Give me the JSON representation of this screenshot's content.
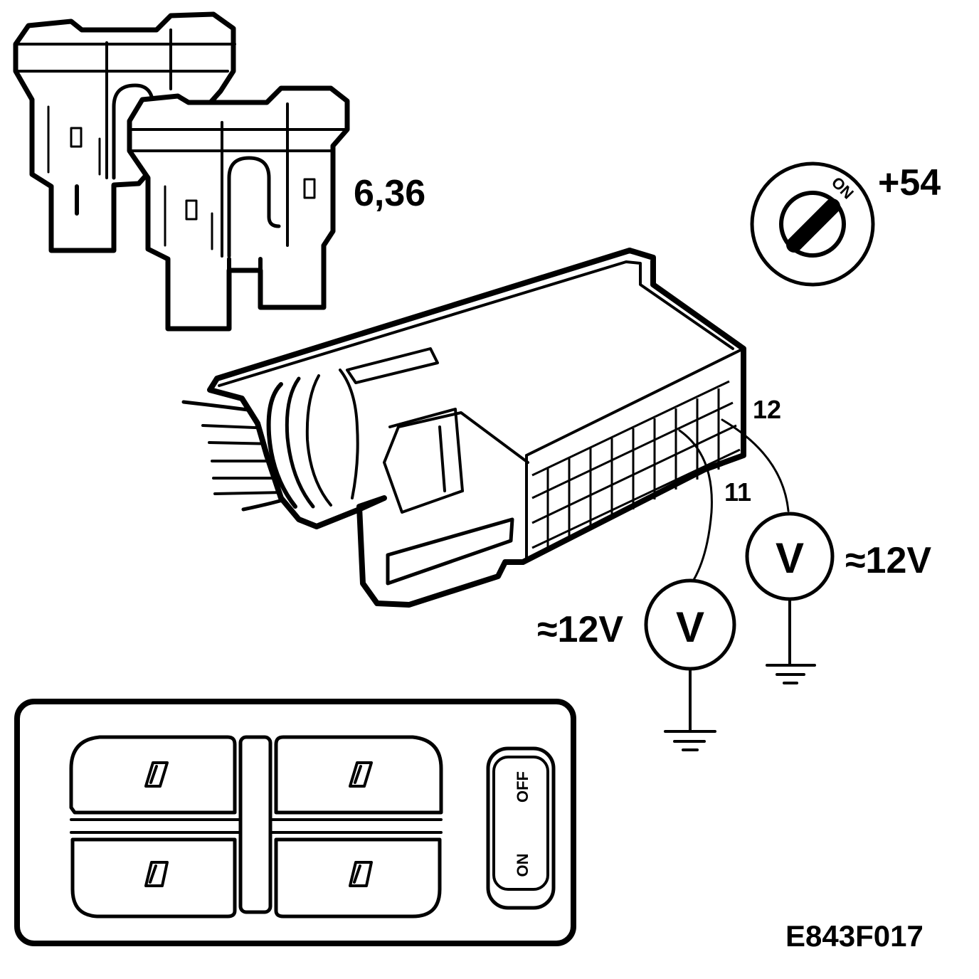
{
  "fuse": {
    "label": "6,36"
  },
  "ignition": {
    "label": "+54",
    "key_text": "ON"
  },
  "connector": {
    "pin_a": "12",
    "pin_b": "11"
  },
  "meters": [
    {
      "symbol": "V",
      "reading": "≈12V"
    },
    {
      "symbol": "V",
      "reading": "≈12V"
    }
  ],
  "switch_panel": {
    "off_label": "OFF",
    "on_label": "ON"
  },
  "figure_code": "E843F017"
}
